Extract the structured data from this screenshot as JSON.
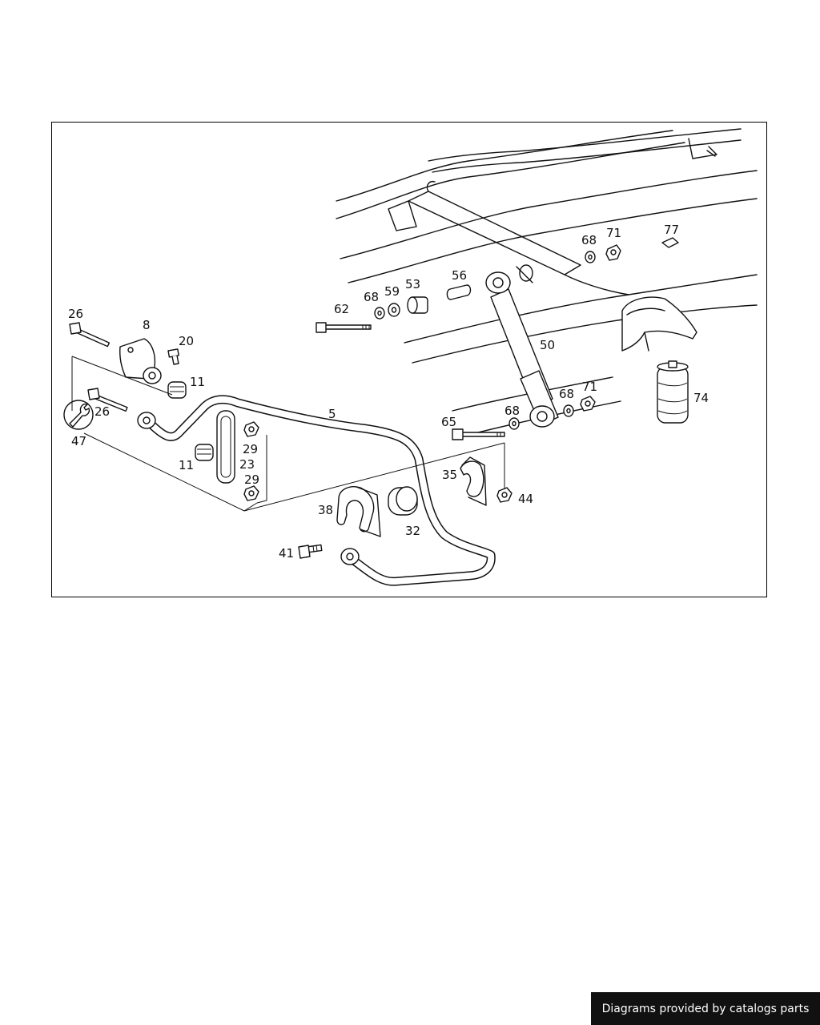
{
  "callouts": {
    "c26a": "26",
    "c8": "8",
    "c20": "20",
    "c11a": "11",
    "c26b": "26",
    "c47": "47",
    "c11b": "11",
    "c29a": "29",
    "c23": "23",
    "c29b": "29",
    "c5": "5",
    "c62": "62",
    "c68a": "68",
    "c59": "59",
    "c53": "53",
    "c56": "56",
    "c68b": "68",
    "c71a": "71",
    "c77": "77",
    "c50": "50",
    "c74": "74",
    "c65": "65",
    "c68c": "68",
    "c68d": "68",
    "c71b": "71",
    "c35": "35",
    "c44": "44",
    "c38": "38",
    "c32": "32",
    "c41": "41"
  },
  "credit": "Diagrams provided by catalogs parts",
  "colors": {
    "line": "#111111",
    "background": "#ffffff",
    "credit_bg": "#111111",
    "credit_text": "#ffffff"
  }
}
